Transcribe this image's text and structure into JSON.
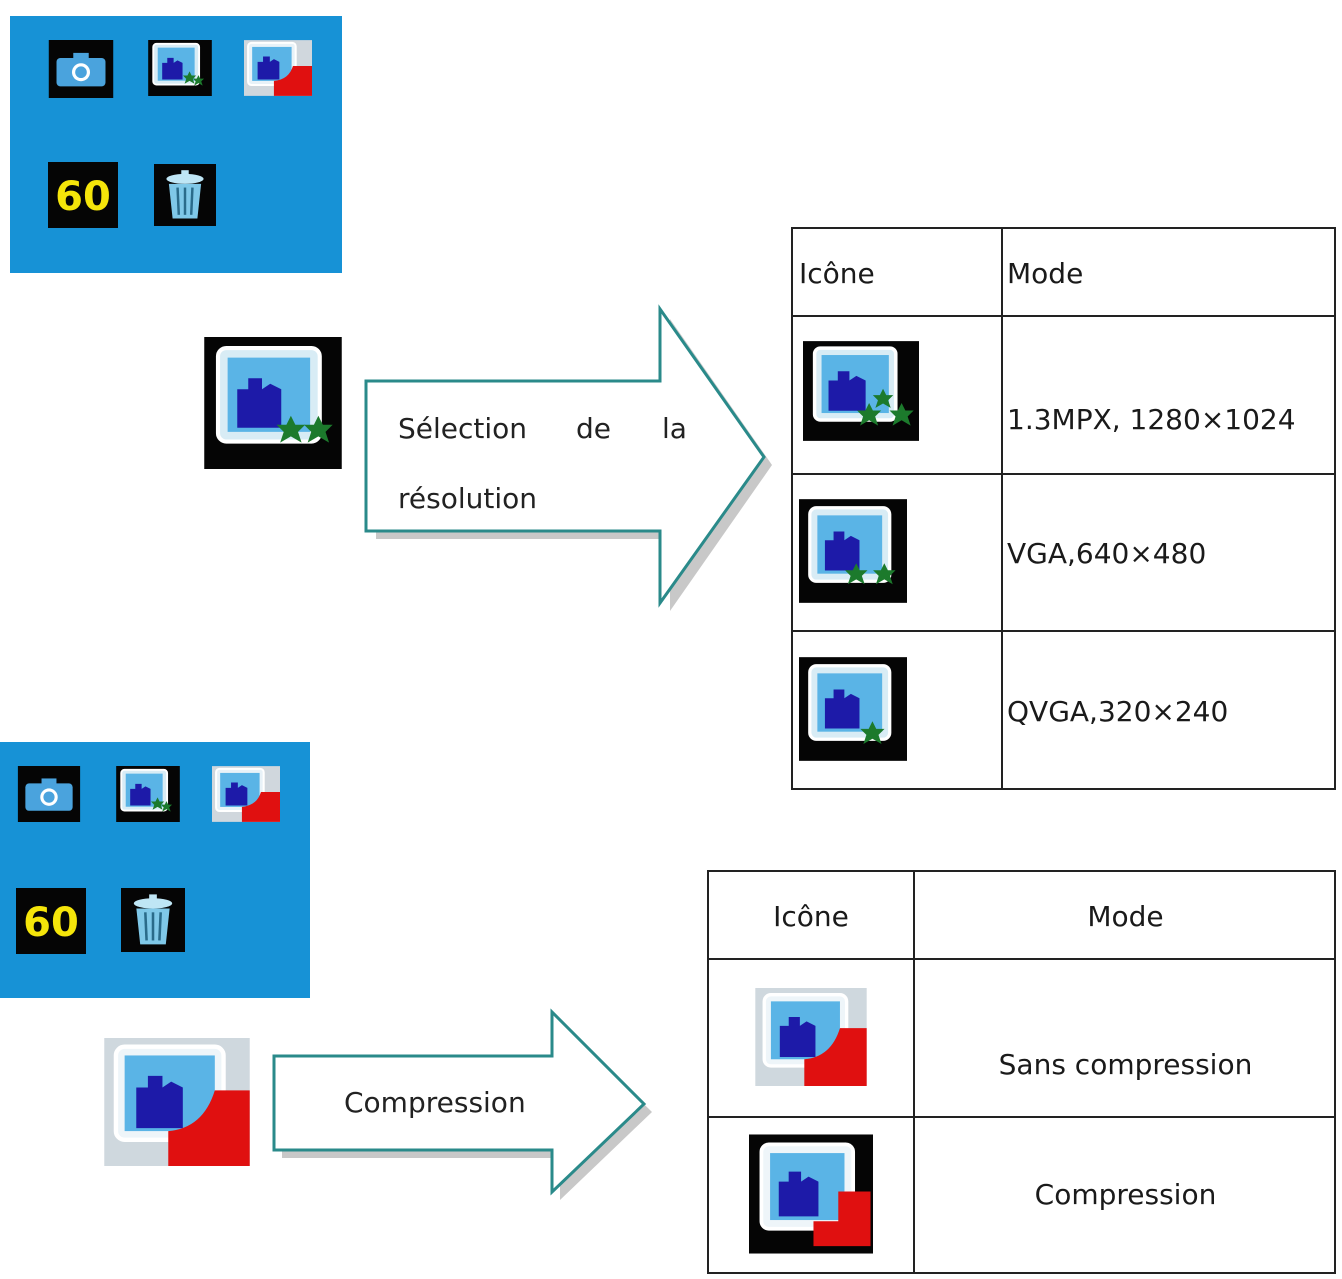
{
  "icons": {
    "camera": "camera-icon",
    "resolution": "resolution-icon",
    "compression": "compression-icon",
    "timer": "timer-icon",
    "trash": "trash-icon"
  },
  "menu_panel": {
    "timer_value": "60"
  },
  "resolution_section": {
    "arrow_words": [
      "Sélection",
      "de",
      "la"
    ],
    "arrow_line2": "résolution",
    "table": {
      "headers": {
        "icon": "Icône",
        "mode": "Mode"
      },
      "rows": [
        {
          "mode": "1.3MPX, 1280×1024",
          "icon": "resolution-high-icon"
        },
        {
          "mode": "VGA,640×480",
          "icon": "resolution-vga-icon"
        },
        {
          "mode": "QVGA,320×240",
          "icon": "resolution-qvga-icon"
        }
      ]
    }
  },
  "compression_section": {
    "arrow_label": "Compression",
    "table": {
      "headers": {
        "icon": "Icône",
        "mode": "Mode"
      },
      "rows": [
        {
          "mode": "Sans compression",
          "icon": "no-compression-icon"
        },
        {
          "mode": "Compression",
          "icon": "compression-on-icon"
        }
      ]
    }
  },
  "colors": {
    "panel_blue": "#1792d6",
    "arrow_stroke": "#2a8a8a",
    "red": "#e01010",
    "timer_yellow": "#f5e50a"
  }
}
